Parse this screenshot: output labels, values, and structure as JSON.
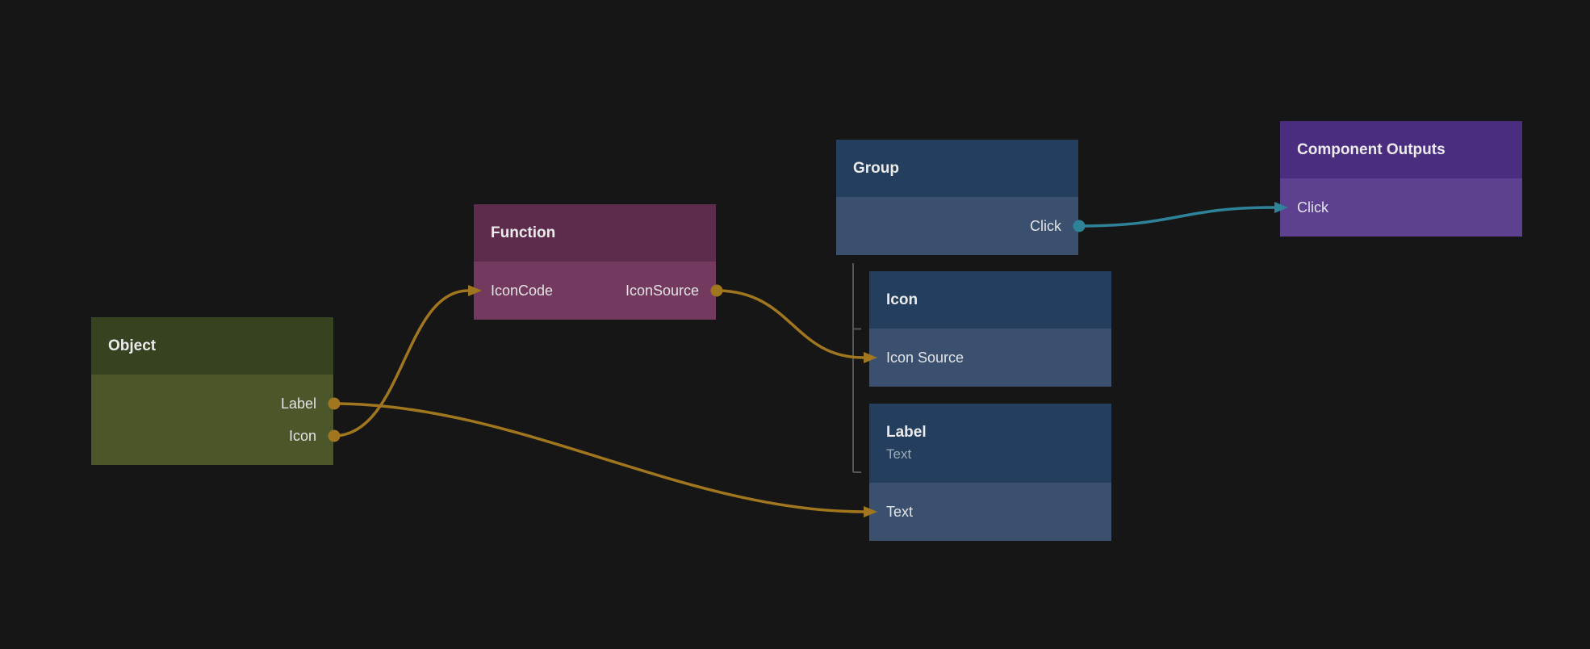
{
  "canvas": {
    "background_color": "#161616"
  },
  "text_colors": {
    "title": "#ebebeb",
    "port": "#e2e4e6",
    "subtitle": "#9cabb8"
  },
  "nodes": {
    "object": {
      "title": "Object",
      "header_color": "#374220",
      "body_color": "#4b572b",
      "ports": [
        {
          "label": "Label",
          "direction": "output"
        },
        {
          "label": "Icon",
          "direction": "output"
        }
      ]
    },
    "function": {
      "title": "Function",
      "header_color": "#5d2b4b",
      "body_color": "#74395e",
      "ports": [
        {
          "label": "IconCode",
          "direction": "input"
        },
        {
          "label": "IconSource",
          "direction": "output"
        }
      ]
    },
    "group": {
      "title": "Group",
      "header_color": "#243e5d",
      "body_color": "#3b506f",
      "ports": [
        {
          "label": "Click",
          "direction": "output"
        }
      ]
    },
    "icon": {
      "title": "Icon",
      "header_color": "#243e5d",
      "body_color": "#3b506f",
      "ports": [
        {
          "label": "Icon Source",
          "direction": "input"
        }
      ]
    },
    "label": {
      "title": "Label",
      "subtitle": "Text",
      "header_color": "#243e5d",
      "body_color": "#3b506f",
      "ports": [
        {
          "label": "Text",
          "direction": "input"
        }
      ]
    },
    "component_outputs": {
      "title": "Component Outputs",
      "header_color": "#4b2d80",
      "body_color": "#5d4190",
      "ports": [
        {
          "label": "Click",
          "direction": "input"
        }
      ]
    }
  },
  "edges": [
    {
      "from_node": "object",
      "from_port": "Icon",
      "to_node": "function",
      "to_port": "IconCode",
      "color": "#a0761f"
    },
    {
      "from_node": "object",
      "from_port": "Label",
      "to_node": "label",
      "to_port": "Text",
      "color": "#a0761f"
    },
    {
      "from_node": "function",
      "from_port": "IconSource",
      "to_node": "icon",
      "to_port": "Icon Source",
      "color": "#a0761f"
    },
    {
      "from_node": "group",
      "from_port": "Click",
      "to_node": "component_outputs",
      "to_port": "Click",
      "color": "#2f8398"
    }
  ],
  "hierarchy": {
    "parent": "group",
    "children": [
      "icon",
      "label"
    ],
    "line_color": "#565656"
  }
}
